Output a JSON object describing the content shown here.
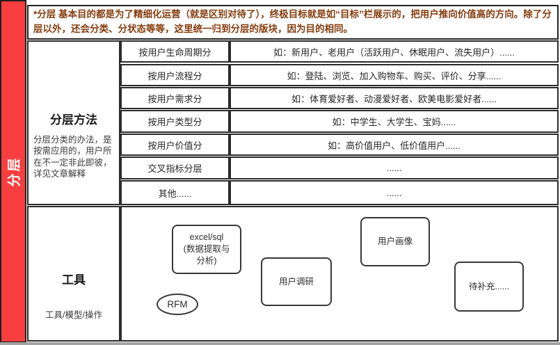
{
  "colors": {
    "accent_red": "#f83e3e",
    "note_text": "#843c0c",
    "border_dark": "#2b2b2b"
  },
  "sidebar": {
    "label": "分层"
  },
  "note": {
    "text": "*分层 基本目的都是为了精细化运营（就是区别对待了），终极目标就是如“目标”栏展示的，把用户推向价值高的方向。除了分层以外，还会分类、分状态等等，这里统一归到分层的版块，因为目的相同。"
  },
  "methods": {
    "title": "分层方法",
    "description": "分层分类的办法，是按需应用的，用户所在不一定非此即彼，详见文章解释",
    "rows": [
      {
        "label": "按用户生命周期分",
        "example": "如：新用户、老用户（活跃用户、休眠用户、流失用户）......"
      },
      {
        "label": "按用户流程分",
        "example": "如：登陆、浏览、加入购物车、购买、评价、分享......"
      },
      {
        "label": "按用户需求分",
        "example": "如：体育爱好者、动漫爱好者、欧美电影爱好者......"
      },
      {
        "label": "按用户类型分",
        "example": "如：中学生、大学生、宝妈......"
      },
      {
        "label": "按用户价值分",
        "example": "如：高价值用户、低价值用户......"
      },
      {
        "label": "交叉指标分层",
        "example": "......"
      },
      {
        "label": "其他......",
        "example": "......"
      }
    ]
  },
  "tools": {
    "title": "工具",
    "subtitle": "工具/模型/操作",
    "items": [
      {
        "label": "excel/sql",
        "sublabel": "(数据提取与分析)",
        "shape": "rounded-rect"
      },
      {
        "label": "RFM",
        "shape": "ellipse"
      },
      {
        "label": "用户调研",
        "shape": "rounded-rect"
      },
      {
        "label": "用户画像",
        "shape": "rounded-rect"
      },
      {
        "label": "待补充......",
        "shape": "rounded-rect"
      }
    ]
  }
}
